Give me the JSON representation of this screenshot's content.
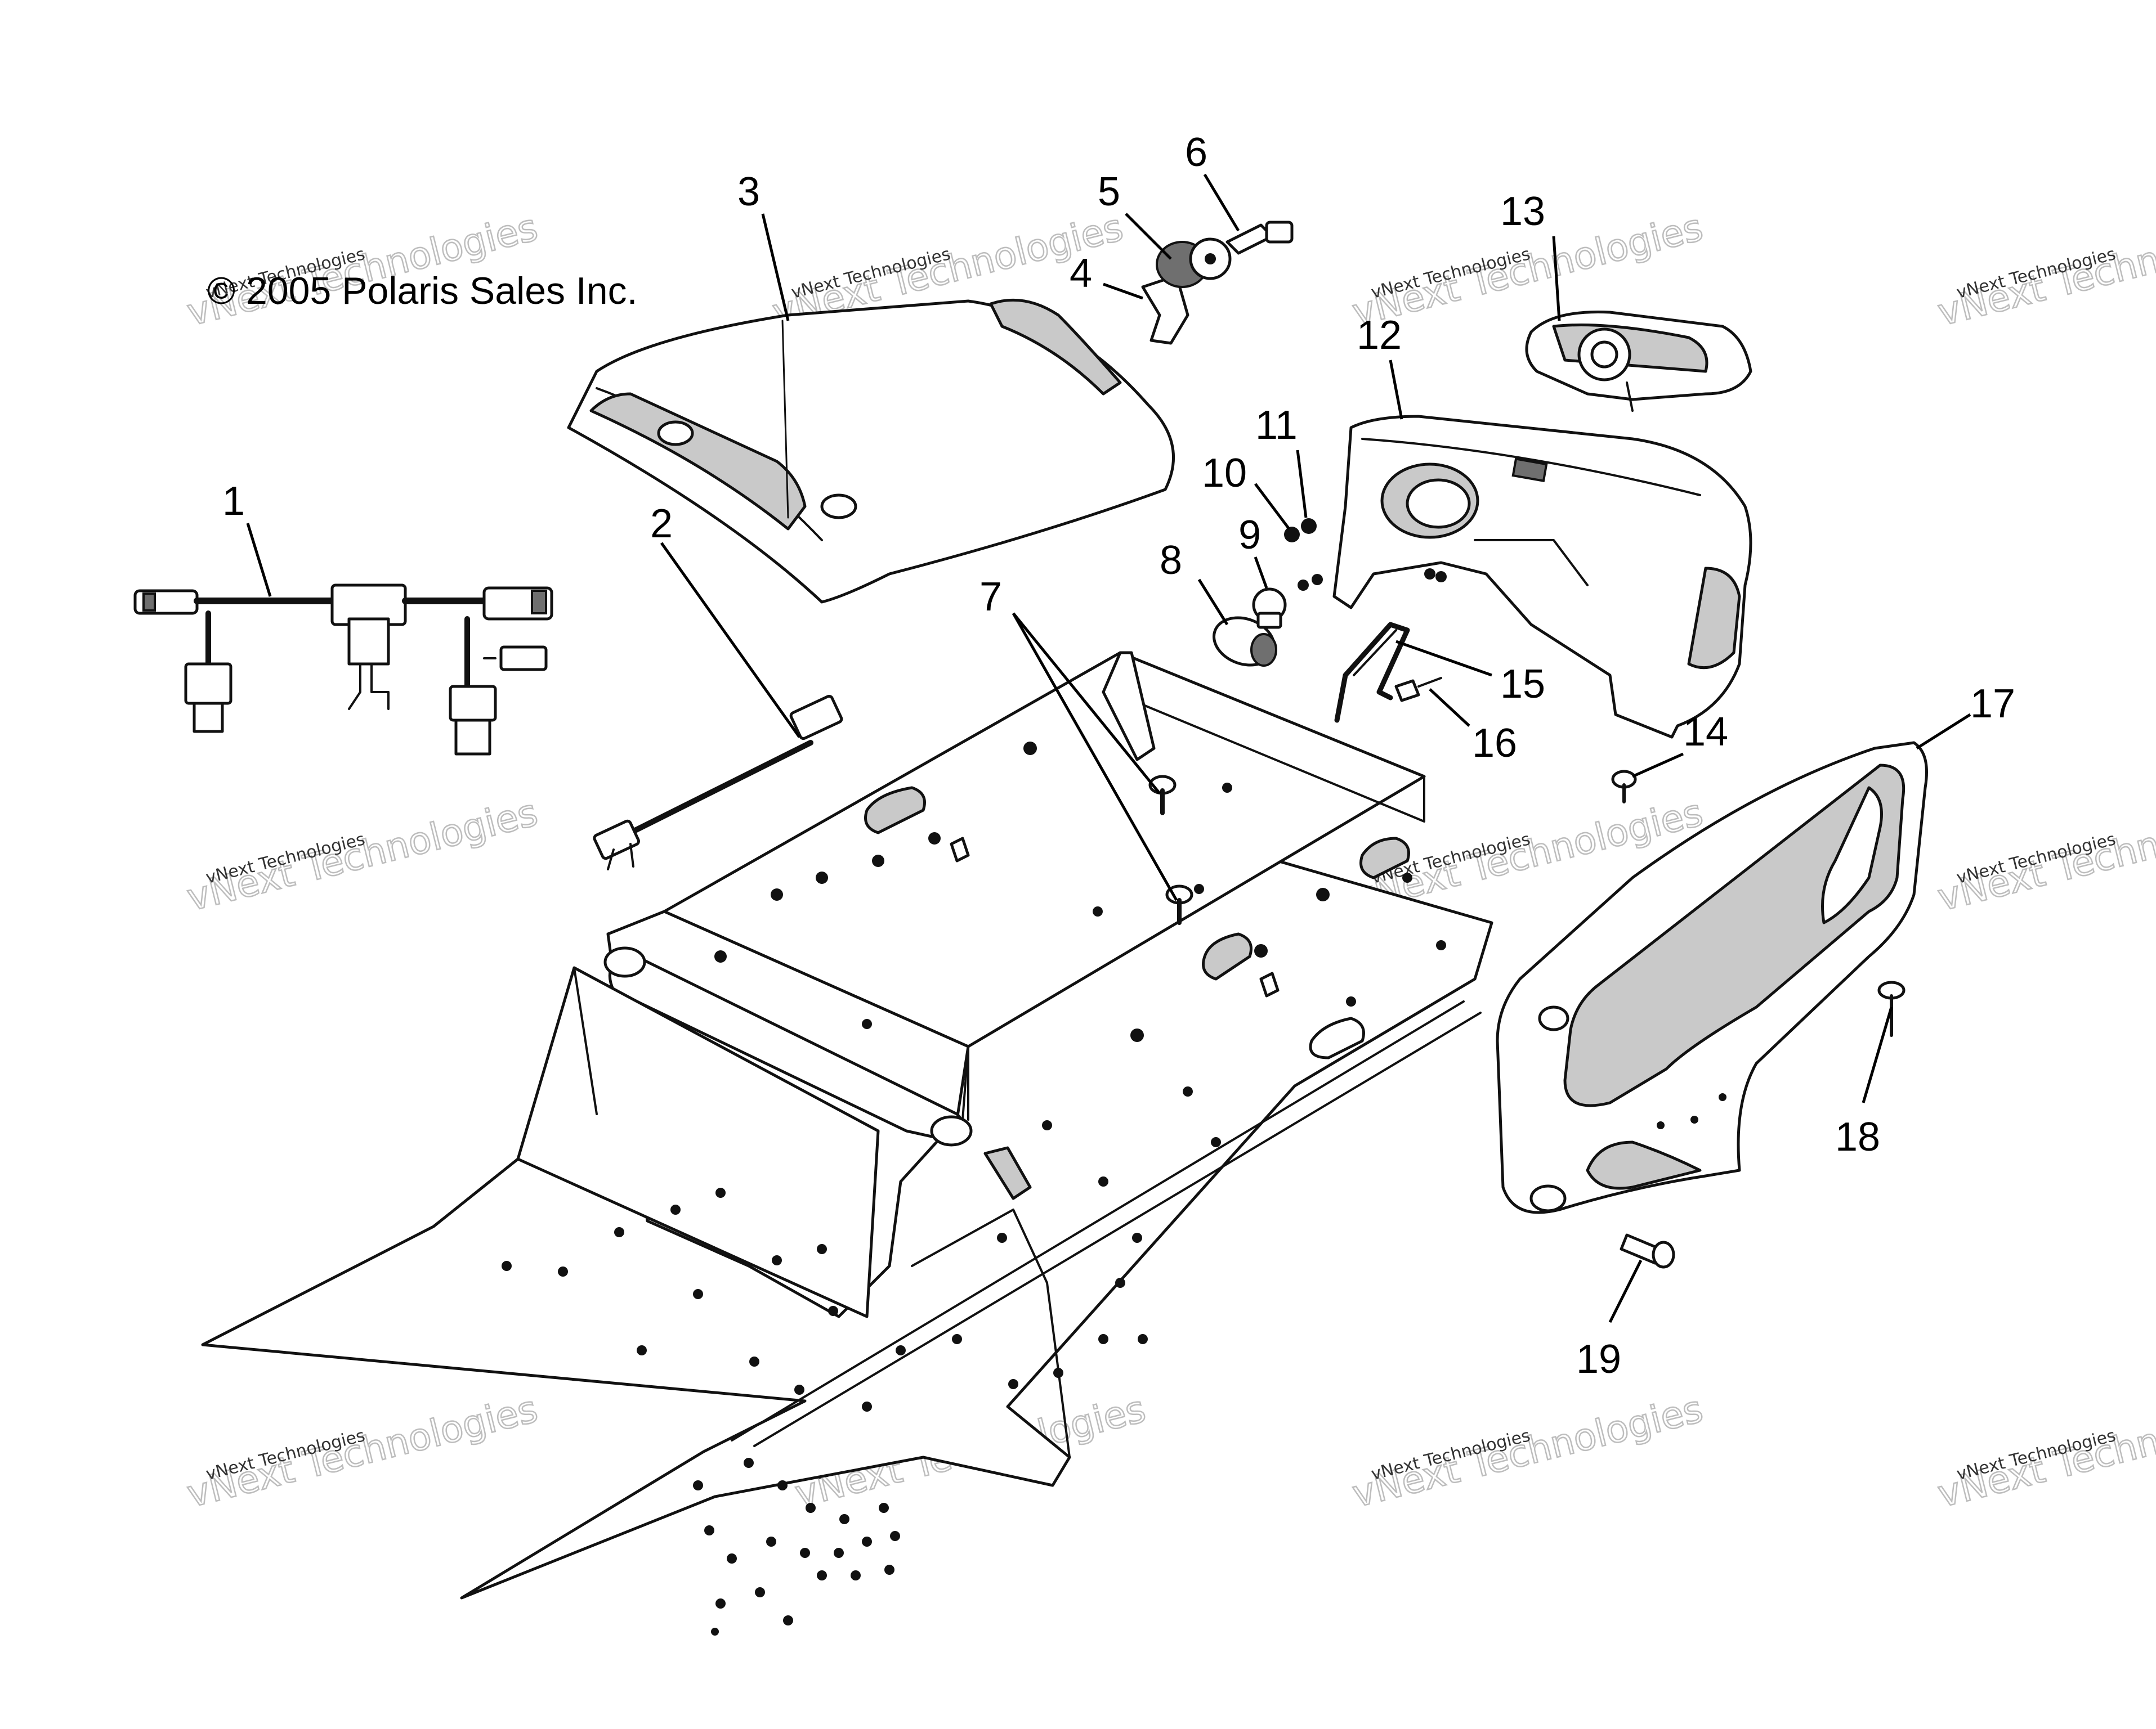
{
  "copyright": "© 2005 Polaris Sales Inc.",
  "watermark": {
    "line1": "vNext Technologies",
    "line2": "vNext Technologies"
  },
  "callouts": [
    "1",
    "2",
    "3",
    "4",
    "5",
    "6",
    "7",
    "8",
    "9",
    "10",
    "11",
    "12",
    "13",
    "14",
    "15",
    "16",
    "17",
    "18",
    "19"
  ]
}
